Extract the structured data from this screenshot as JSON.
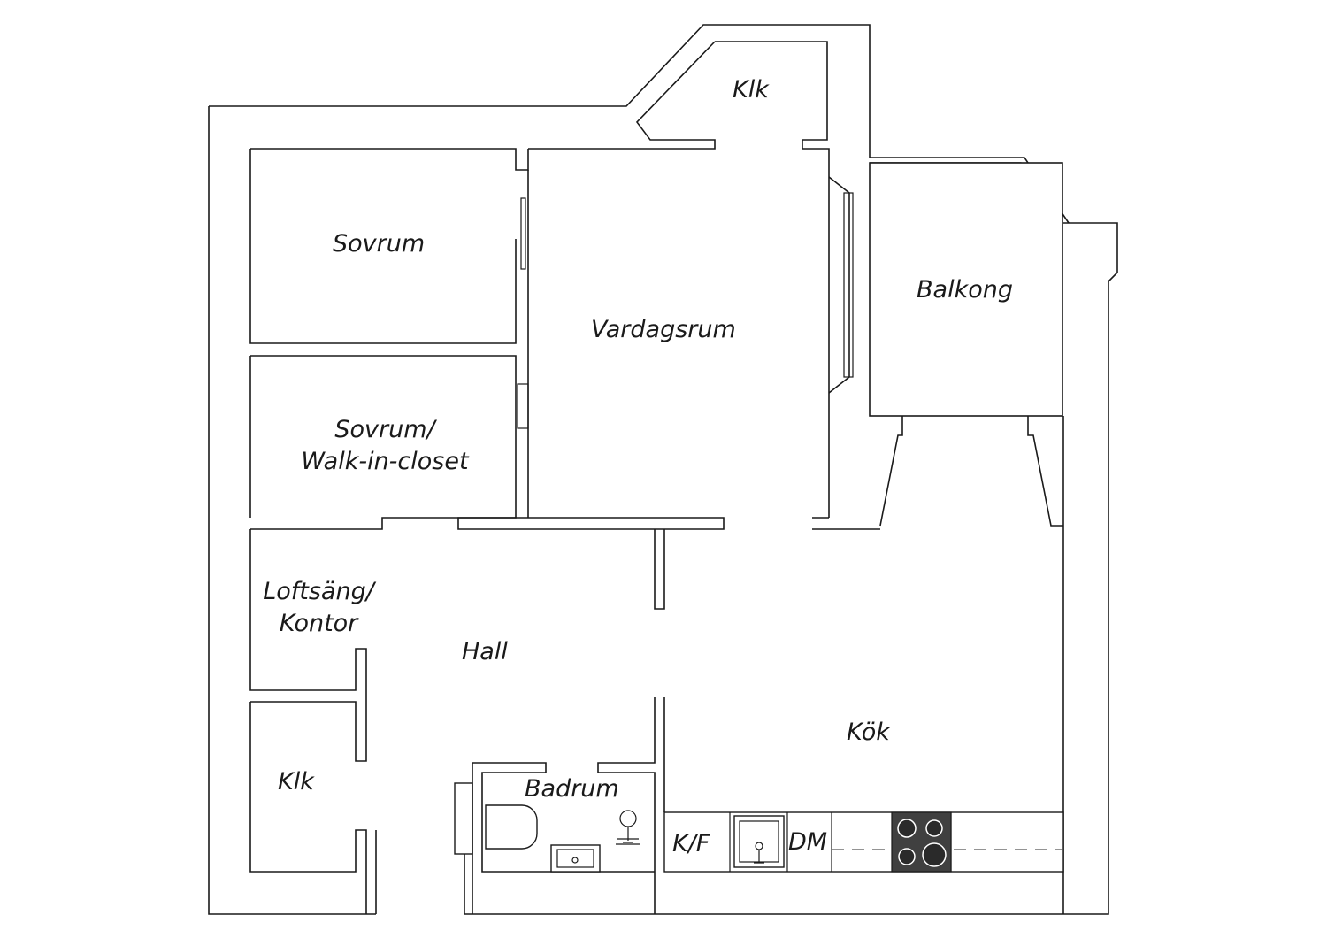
{
  "colors": {
    "wall": "#1a1a1a",
    "stove": "#404040",
    "background": "#ffffff"
  },
  "rooms": {
    "klk_top": "Klk",
    "sovrum": "Sovrum",
    "vardagsrum": "Vardagsrum",
    "balkong": "Balkong",
    "sovrum_walkin_line1": "Sovrum/",
    "sovrum_walkin_line2": "Walk-in-closet",
    "loftsang_line1": "Loftsäng/",
    "loftsang_line2": "Kontor",
    "hall": "Hall",
    "kok": "Kök",
    "klk_bottom": "Klk",
    "badrum": "Badrum"
  },
  "fixtures": {
    "fridge_freezer": "K/F",
    "dishwasher": "DM"
  }
}
